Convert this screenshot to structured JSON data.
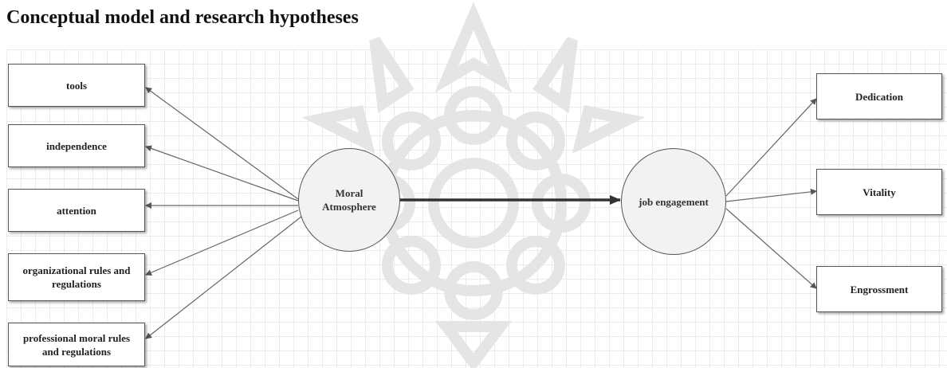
{
  "heading": "Conceptual model and research hypotheses",
  "diagram": {
    "left_boxes": [
      "tools",
      "independence",
      "attention",
      "organizational rules and regulations",
      "professional moral rules and regulations"
    ],
    "center_left": "Moral Atmosphere",
    "center_right": "job engagement",
    "right_boxes": [
      "Dedication",
      "Vitality",
      "Engrossment"
    ],
    "colors": {
      "grid": "#d9d9d9",
      "lines": "#666666",
      "box_border": "#555555",
      "circle_fill": "#f2f2f2",
      "watermark": "#e3e3e3"
    }
  }
}
